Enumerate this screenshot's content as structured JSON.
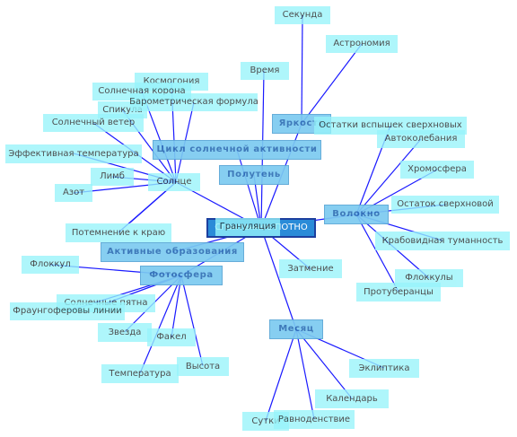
{
  "root": {
    "label": "Спонтанное ПОТНО"
  },
  "hubs": {
    "solar_cycle": "Цикл солнечной активности",
    "brightness": "Яркость",
    "fiber": "Волокно",
    "penumbra": "Полутень",
    "active_formations": "Активные образования",
    "photosphere": "Фотосфера",
    "month": "Месяц"
  },
  "leaves": {
    "second": "Секунда",
    "astronomy": "Астрономия",
    "time": "Время",
    "cosmogony": "Космогония",
    "solar_corona": "Солнечная корона",
    "spicule": "Спикула",
    "barometric": "Барометрическая формула",
    "solar_wind": "Солнечный ветер",
    "eff_temp": "Эффективная температура",
    "limb": "Лимб",
    "sun": "Солнце",
    "nitrogen": "Азот",
    "flare_remnants": "Остатки вспышек сверхновых",
    "self_osc": "Автоколебания",
    "chromosphere": "Хромосфера",
    "sn_remnant": "Остаток сверхновой",
    "crab": "Крабовидная туманность",
    "flocculi": "Флоккулы",
    "prominences": "Протуберанцы",
    "granulation": "Грануляция",
    "limb_dark": "Потемнение к краю",
    "eclipse": "Затмение",
    "floccule": "Флоккул",
    "sunspots": "Солнечные пятна",
    "fraunhofer": "Фраунгоферовы линии",
    "star": "Звезда",
    "facula": "Факел",
    "temperature": "Температура",
    "height": "Высота",
    "ecliptic": "Эклиптика",
    "calendar": "Календарь",
    "day": "Сутки",
    "equinox": "Равноденствие"
  },
  "colors": {
    "line": "#1a1aff",
    "leaf": "#98f4fb",
    "hub": "#7ccaf0",
    "hub_text": "#2f6fb5",
    "root": "#2a8bd8"
  }
}
